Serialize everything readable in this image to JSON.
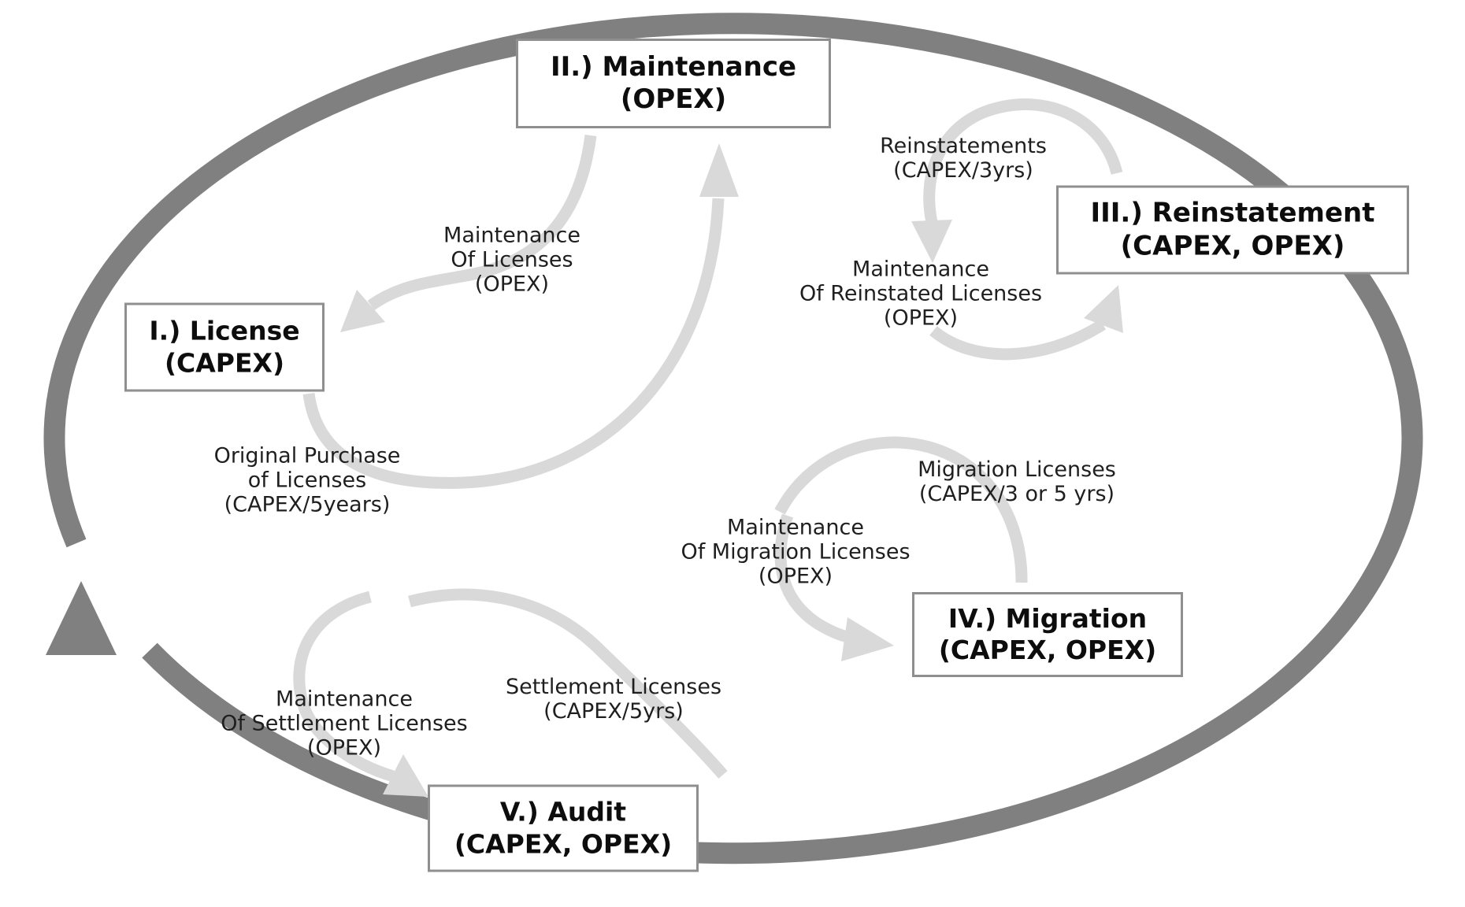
{
  "diagram": {
    "nodes": [
      {
        "id": "license",
        "title": "I.) License",
        "subtitle": "(CAPEX)"
      },
      {
        "id": "maintenance",
        "title": "II.) Maintenance",
        "subtitle": "(OPEX)"
      },
      {
        "id": "reinstatement",
        "title": "III.) Reinstatement",
        "subtitle": "(CAPEX, OPEX)"
      },
      {
        "id": "migration",
        "title": "IV.) Migration",
        "subtitle": "(CAPEX, OPEX)"
      },
      {
        "id": "audit",
        "title": "V.) Audit",
        "subtitle": "(CAPEX, OPEX)"
      }
    ],
    "edge_labels": [
      {
        "id": "maintenance-of-licenses",
        "lines": [
          "Maintenance",
          "Of Licenses",
          "(OPEX)"
        ]
      },
      {
        "id": "original-purchase",
        "lines": [
          "Original Purchase",
          "of Licenses",
          "(CAPEX/5years)"
        ]
      },
      {
        "id": "reinstatements",
        "lines": [
          "Reinstatements",
          "(CAPEX/3yrs)"
        ]
      },
      {
        "id": "maintenance-of-reinstated",
        "lines": [
          "Maintenance",
          "Of Reinstated Licenses",
          "(OPEX)"
        ]
      },
      {
        "id": "migration-licenses",
        "lines": [
          "Migration Licenses",
          "(CAPEX/3 or 5 yrs)"
        ]
      },
      {
        "id": "maintenance-of-migration",
        "lines": [
          "Maintenance",
          "Of Migration Licenses",
          "(OPEX)"
        ]
      },
      {
        "id": "settlement-licenses",
        "lines": [
          "Settlement Licenses",
          "(CAPEX/5yrs)"
        ]
      },
      {
        "id": "maintenance-of-settlement",
        "lines": [
          "Maintenance",
          "Of Settlement Licenses",
          "(OPEX)"
        ]
      }
    ],
    "colors": {
      "main_cycle": "#808080",
      "sub_loops": "#d9d9d9",
      "label_text": "#1f1f1f",
      "box_border": "#8f8f8f",
      "box_background": "#ffffff"
    }
  }
}
